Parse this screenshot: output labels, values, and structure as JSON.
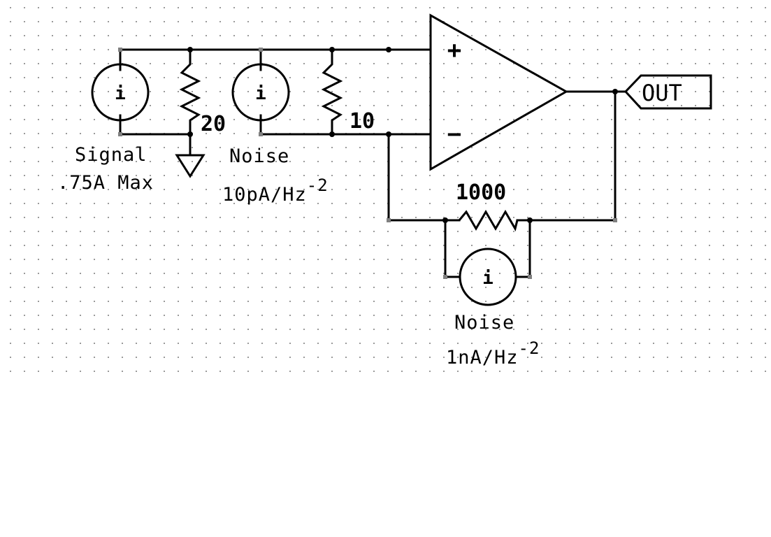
{
  "signal_source": {
    "symbol": "i",
    "label": "Signal",
    "rating": ".75A Max"
  },
  "input_resistor_1": {
    "value": "20"
  },
  "input_noise_source": {
    "symbol": "i",
    "label": "Noise",
    "density_base": "10pA/Hz",
    "density_exp": "-2"
  },
  "input_resistor_2": {
    "value": "10"
  },
  "opamp": {
    "plus_sign": "+",
    "minus_sign": "−"
  },
  "output_port": {
    "label": "OUT"
  },
  "feedback_resistor": {
    "value": "1000"
  },
  "feedback_noise_source": {
    "symbol": "i",
    "label": "Noise",
    "density_base": "1nA/Hz",
    "density_exp": "-2"
  }
}
